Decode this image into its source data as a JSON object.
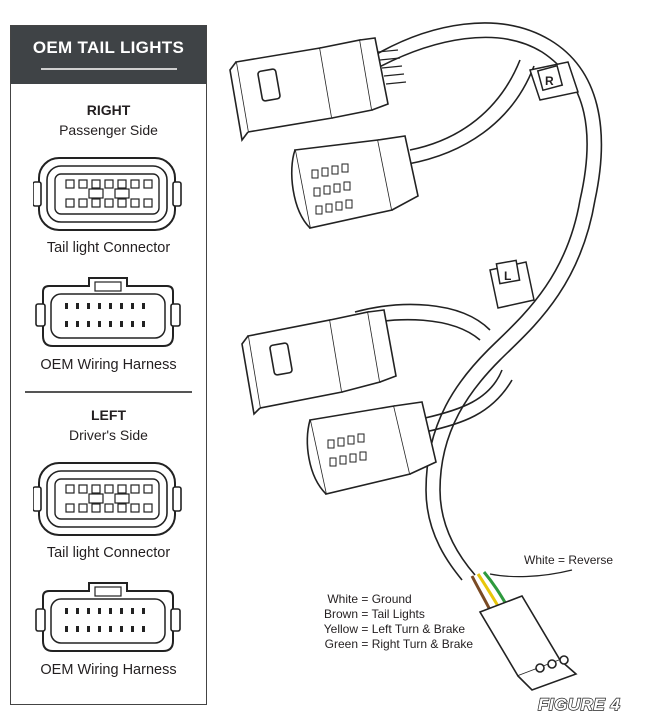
{
  "panel": {
    "title": "OEM TAIL LIGHTS",
    "right": {
      "heading": "RIGHT",
      "subheading": "Passenger Side",
      "tail_label": "Tail light Connector",
      "oem_label": "OEM Wiring Harness"
    },
    "left": {
      "heading": "LEFT",
      "subheading": "Driver's Side",
      "tail_label": "Tail light Connector",
      "oem_label": "OEM Wiring Harness"
    }
  },
  "harness": {
    "tag_right": "R",
    "tag_left": "L",
    "reverse_label": "White = Reverse",
    "legend": [
      {
        "color": "White",
        "function": "Ground"
      },
      {
        "color": "Brown",
        "function": "Tail Lights"
      },
      {
        "color": "Yellow",
        "function": "Left Turn & Brake"
      },
      {
        "color": "Green",
        "function": "Right Turn & Brake"
      }
    ],
    "wire_colors": [
      "#ffffff",
      "#7a4a24",
      "#e8c60a",
      "#2e9a3e"
    ]
  },
  "figure_label": "FIGURE 4"
}
